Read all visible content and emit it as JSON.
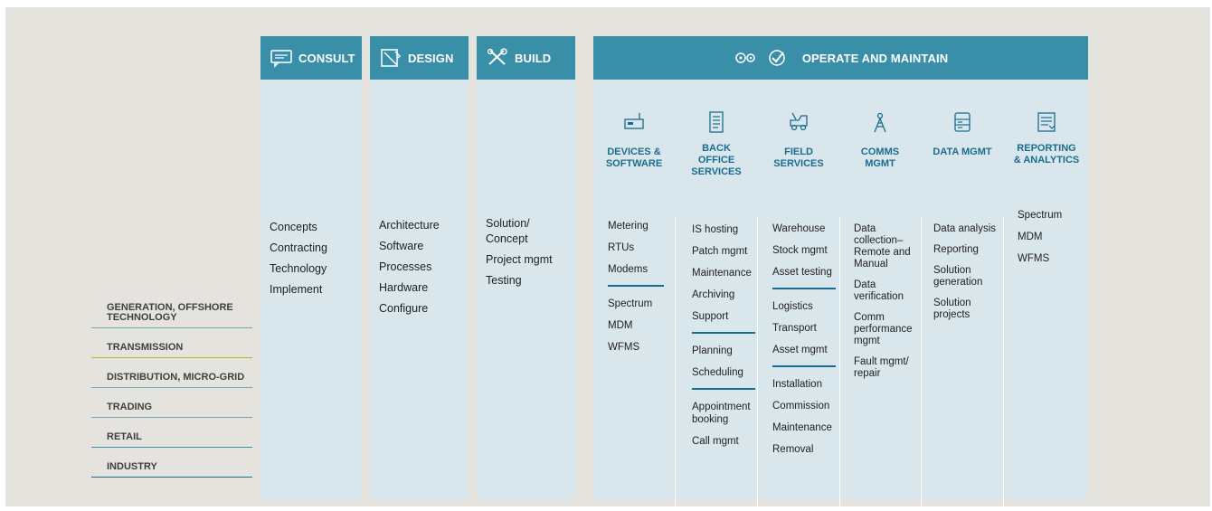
{
  "phases": {
    "consult": {
      "label": "CONSULT",
      "items": [
        "Concepts",
        "Contracting",
        "Technology",
        "Implement"
      ]
    },
    "design": {
      "label": "DESIGN",
      "items": [
        "Architecture",
        "Software",
        "Processes",
        "Hardware",
        "Configure"
      ]
    },
    "build": {
      "label": "BUILD",
      "items": [
        "Solution/",
        "Concept",
        "Project mgmt",
        "Testing"
      ]
    },
    "operate": {
      "label": "OPERATE AND MAINTAIN"
    }
  },
  "services": {
    "devices": {
      "title": [
        "DEVICES &",
        "SOFTWARE"
      ],
      "icon": "device-icon",
      "group1": [
        "Metering",
        "RTUs",
        "Modems"
      ],
      "group2": [
        "Spectrum",
        "MDM",
        "WFMS"
      ]
    },
    "backoffice": {
      "title": [
        "BACK",
        "OFFICE",
        "SERVICES"
      ],
      "icon": "document-icon",
      "group1": [
        "IS hosting",
        "Patch mgmt",
        "Maintenance",
        "Archiving",
        "Support"
      ],
      "group2": [
        "Planning",
        "Scheduling"
      ],
      "group3": [
        "Appointment booking",
        "Call mgmt"
      ]
    },
    "field": {
      "title": [
        "FIELD",
        "SERVICES"
      ],
      "icon": "field-vehicle-icon",
      "group1": [
        "Warehouse",
        "Stock mgmt",
        "Asset testing"
      ],
      "group2": [
        "Logistics",
        "Transport",
        "Asset mgmt"
      ],
      "group3": [
        "Installation",
        "Commission",
        "Maintenance",
        "Removal"
      ]
    },
    "comms": {
      "title": [
        "COMMS",
        "MGMT"
      ],
      "icon": "antenna-icon",
      "group1": [
        "Data collection–Remote and Manual",
        "Data verification",
        "Comm performance mgmt",
        "Fault mgmt/ repair"
      ]
    },
    "data": {
      "title": [
        "DATA MGMT"
      ],
      "icon": "server-icon",
      "group1": [
        "Data analysis",
        "Reporting",
        "Solution generation",
        "Solution projects"
      ]
    },
    "reporting": {
      "title": [
        "REPORTING",
        "& ANALYTICS"
      ],
      "icon": "report-icon",
      "group1": [
        "Spectrum",
        "MDM",
        "WFMS"
      ]
    }
  },
  "industries": [
    "GENERATION, OFFSHORE TECHNOLOGY",
    "TRANSMISSION",
    "DISTRIBUTION, MICRO-GRID",
    "TRADING",
    "RETAIL",
    "INDUSTRY"
  ],
  "colors": {
    "header": "#3a8fa8",
    "column": "#d9e6ec",
    "accent": "#1a6d8e",
    "background": "#e5e3dd"
  }
}
